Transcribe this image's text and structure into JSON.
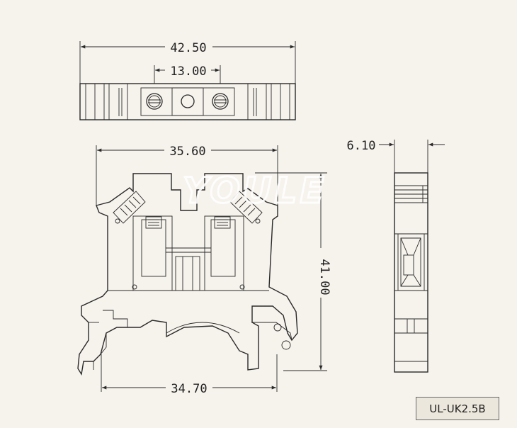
{
  "dimensions": {
    "top_overall_width": "42.50",
    "top_screw_pitch": "13.00",
    "front_overall_width": "35.60",
    "front_height": "41.00",
    "front_rail_width": "34.70",
    "side_thickness": "6.10"
  },
  "watermark": "YOULE",
  "model_label": "UL-UK2.5B"
}
